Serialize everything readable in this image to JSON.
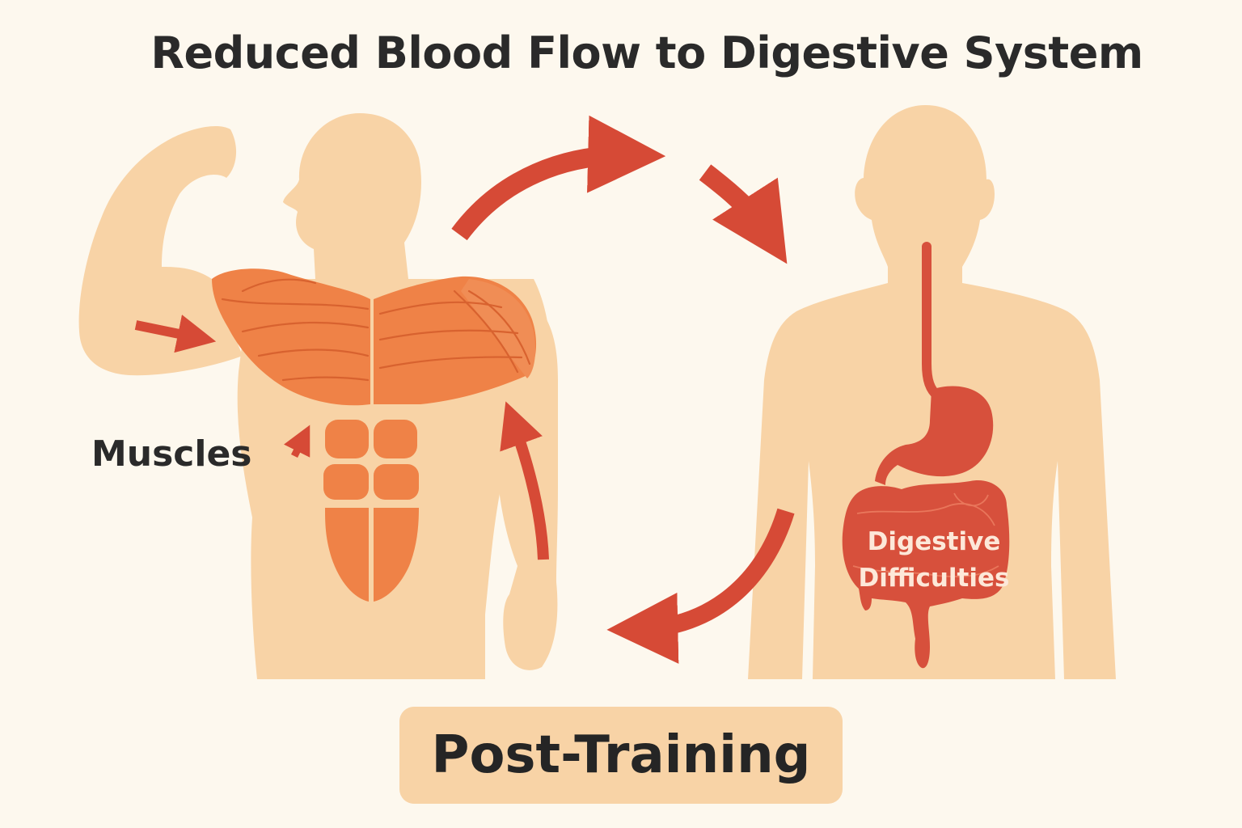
{
  "title": "Reduced Blood Flow to Digestive System",
  "labels": {
    "muscles": "Muscles",
    "digestive_line1": "Digestive",
    "digestive_line2": "Difficulties"
  },
  "banner": {
    "text": "Post-Training"
  },
  "colors": {
    "background": "#fdf8ee",
    "skin": "#f8d3a6",
    "muscle": "#ef8247",
    "muscle_line": "#d8622f",
    "arrow": "#d64a36",
    "gut": "#d7503c",
    "text": "#2a2a2a"
  },
  "icons": [
    "muscular-torso",
    "human-silhouette",
    "digestive-tract",
    "flow-arrow"
  ]
}
